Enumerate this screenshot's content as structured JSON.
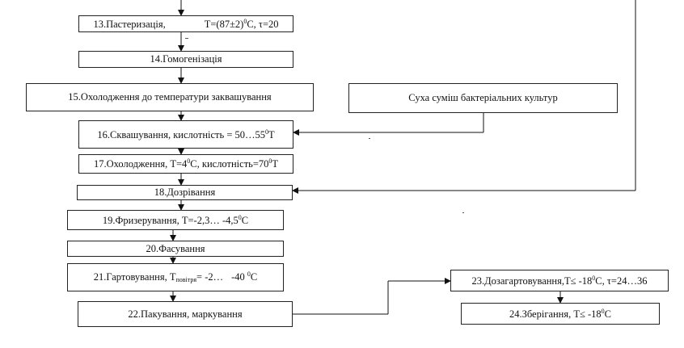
{
  "steps": {
    "s13": {
      "label": "13.Пастеризація,",
      "param": "Т=(87±2)",
      "deg": "0",
      "param_tail": "С, τ=20"
    },
    "s14": {
      "label": "14.Гомогенізація"
    },
    "s15": {
      "label": "15.Охолодження до температури заквашування"
    },
    "culture": {
      "label": "Суха суміш бактеріальних культур"
    },
    "s16": {
      "label": "16.Сквашування, кислотність = 50…55",
      "deg": "0",
      "tail": "Т"
    },
    "s17": {
      "label": "17.Охолодження, Т=4",
      "deg1": "0",
      "mid": "С, кислотність=70",
      "deg2": "0",
      "tail": "Т"
    },
    "s18": {
      "label": "18.Дозрівання"
    },
    "s19": {
      "label": "19.Фризерування, Т=-2,3… -4,5",
      "deg": "0",
      "tail": "С"
    },
    "s20": {
      "label": "20.Фасування"
    },
    "s21": {
      "label": "21.Гартовування, Т",
      "sub": "повітря",
      "mid": "= -2…",
      "val": "-40",
      "deg": "0",
      "tail": "С"
    },
    "s22": {
      "label": "22.Пакування, маркування"
    },
    "s23": {
      "label": "23.Дозагартовування,Т≤ -18",
      "deg": "0",
      "tail": "С, τ=24…36"
    },
    "s24": {
      "label": "24.Зберігання, Т≤ -18",
      "deg": "0",
      "tail": "С"
    }
  }
}
